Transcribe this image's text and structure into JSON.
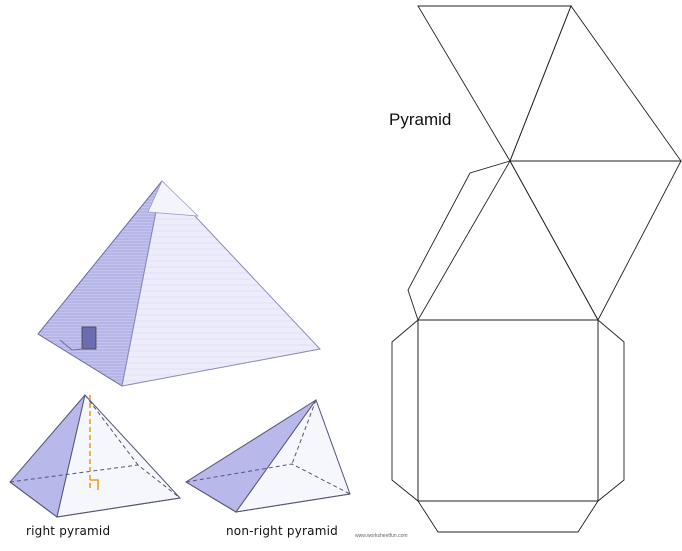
{
  "net": {
    "title": "Pyramid"
  },
  "illustrations": {
    "right_label": "right pyramid",
    "nonright_label": "non-right pyramid",
    "credit": "www.worksheetfun.com"
  },
  "colors": {
    "face_shade": "#b8b8ea",
    "face_light": "#dcdcf6",
    "outline": "#555577",
    "height_marker": "#e8a020",
    "net_lines": "#222222"
  }
}
